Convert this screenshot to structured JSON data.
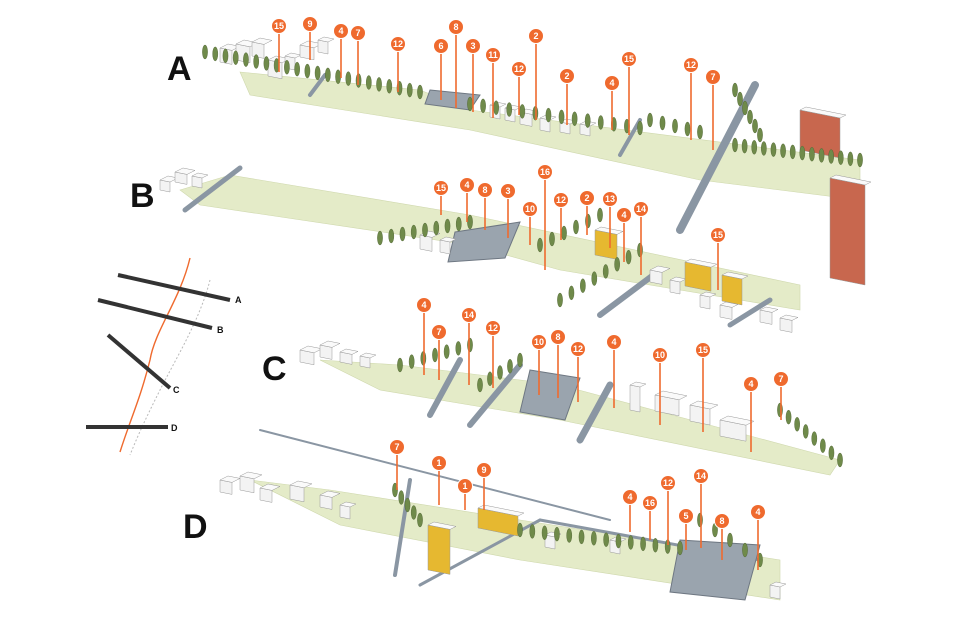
{
  "sections": [
    {
      "id": "A",
      "label": "A",
      "pins": [
        "15",
        "9",
        "4",
        "7",
        "12",
        "6",
        "8",
        "3",
        "11",
        "12",
        "2",
        "2",
        "4",
        "15",
        "12",
        "7"
      ]
    },
    {
      "id": "B",
      "label": "B",
      "pins": [
        "15",
        "4",
        "8",
        "3",
        "16",
        "10",
        "12",
        "2",
        "13",
        "4",
        "14",
        "15"
      ]
    },
    {
      "id": "C",
      "label": "C",
      "pins": [
        "4",
        "7",
        "14",
        "12",
        "10",
        "8",
        "12",
        "4",
        "10",
        "15",
        "4",
        "7"
      ]
    },
    {
      "id": "D",
      "label": "D",
      "pins": [
        "7",
        "1",
        "1",
        "9",
        "4",
        "16",
        "12",
        "14",
        "5",
        "8",
        "4"
      ]
    }
  ],
  "key_map": {
    "labels": [
      "A",
      "B",
      "C",
      "D"
    ]
  },
  "colors": {
    "marker": "#ef6a2e",
    "ground": "#e4ebc8",
    "road": "#8a96a3",
    "tree": "#6f8a4a",
    "building": "#f3f3f3",
    "brick": "#c8674e",
    "yellow_block": "#e6b830"
  }
}
